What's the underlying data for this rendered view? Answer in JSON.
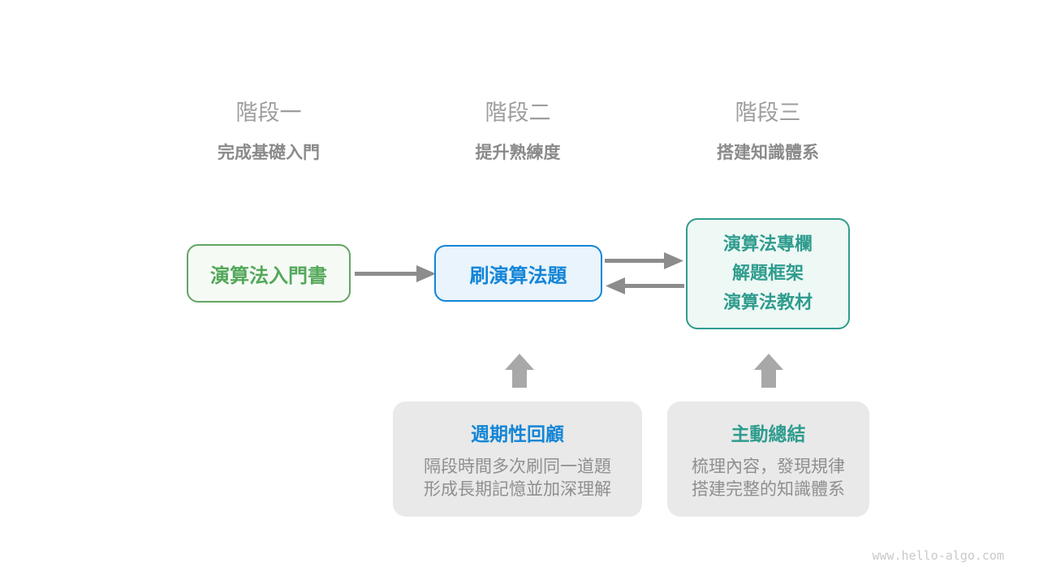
{
  "page": {
    "watermark": "www.hello-algo.com"
  },
  "stages": [
    {
      "title": "階段一",
      "subtitle": "完成基礎入門"
    },
    {
      "title": "階段二",
      "subtitle": "提升熟練度"
    },
    {
      "title": "階段三",
      "subtitle": "搭建知識體系"
    }
  ],
  "nodes": {
    "intro_book": {
      "label": "演算法入門書"
    },
    "practice": {
      "label": "刷演算法題"
    },
    "resources": {
      "lines": [
        "演算法專欄",
        "解題框架",
        "演算法教材"
      ]
    }
  },
  "connections": [
    {
      "from": "intro_book",
      "to": "practice",
      "style": "arrow-right"
    },
    {
      "from": "practice",
      "to": "resources",
      "style": "arrow-right"
    },
    {
      "from": "resources",
      "to": "practice",
      "style": "arrow-left"
    },
    {
      "from": "periodic_review",
      "to": "practice",
      "style": "block-arrow-up"
    },
    {
      "from": "active_summary",
      "to": "resources",
      "style": "block-arrow-up"
    }
  ],
  "notes": [
    {
      "id": "periodic_review",
      "title": "週期性回顧",
      "lines": [
        "隔段時間多次刷同一道題",
        "形成長期記憶並加深理解"
      ]
    },
    {
      "id": "active_summary",
      "title": "主動總結",
      "lines": [
        "梳理內容，發現規律",
        "搭建完整的知識體系"
      ]
    }
  ],
  "colors": {
    "background": "#ffffff",
    "stage_title": "#9d9d9d",
    "stage_subtitle": "#8a8a8a",
    "green_border": "#63a563",
    "green_text": "#54a85a",
    "green_fill": "#f5faf5",
    "blue_border": "#1385d8",
    "blue_text": "#1385d8",
    "blue_fill": "#e9f4fc",
    "teal_border": "#2f9c8e",
    "teal_text": "#2f9c8e",
    "teal_fill": "#eef8f5",
    "arrow": "#8c8c8c",
    "block_arrow": "#a8a8a8",
    "panel_fill": "#e9e9e9",
    "panel_body_text": "#8f8f8f",
    "note_title_blue": "#1486d6",
    "note_title_teal": "#2f9c8e",
    "watermark": "#c9c9c9"
  }
}
